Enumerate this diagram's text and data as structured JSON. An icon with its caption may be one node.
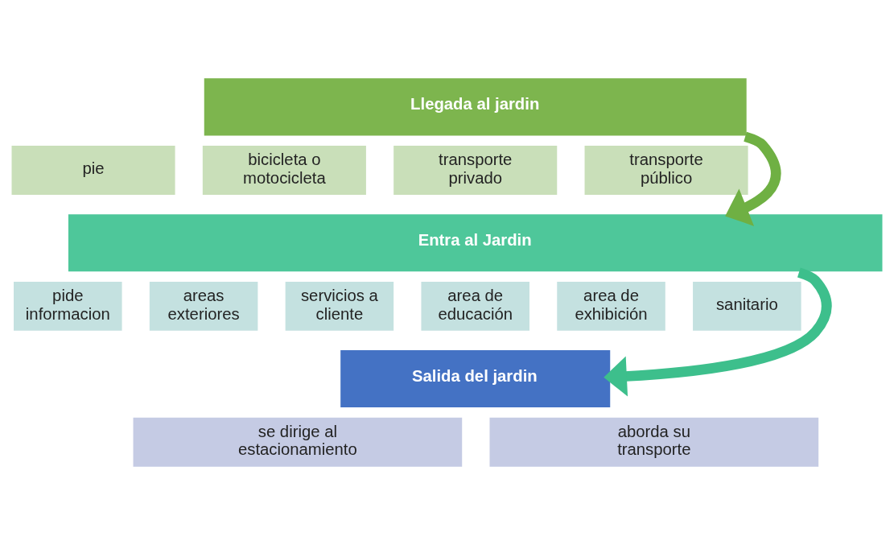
{
  "diagram": {
    "nodes": [
      {
        "text": [
          "Llegada al jardin"
        ]
      },
      {
        "text": [
          "pie"
        ]
      },
      {
        "text": [
          "bicicleta o motocicleta"
        ]
      },
      {
        "text": [
          "transporte privado"
        ]
      },
      {
        "text": [
          "transporte público"
        ]
      },
      {
        "text": [
          "Entra al Jardin"
        ]
      },
      {
        "text": [
          "pide informacion"
        ]
      },
      {
        "text": [
          "areas exteriores"
        ]
      },
      {
        "text": [
          "servicios a cliente"
        ]
      },
      {
        "text": [
          "area de educación"
        ]
      },
      {
        "text": [
          "area de exhibición"
        ]
      },
      {
        "text": [
          "sanitario"
        ]
      },
      {
        "text": [
          "Salida del jardin"
        ]
      },
      {
        "text": [
          "se dirige al estacionamiento"
        ]
      },
      {
        "text": [
          "aborda su transporte"
        ]
      }
    ],
    "edges": [
      {
        "from": 0,
        "to": 5,
        "arrow": "to",
        "color": "#6fb043"
      },
      {
        "from": 5,
        "to": 12,
        "arrow": "to",
        "color": "#3dbf8c"
      }
    ]
  }
}
